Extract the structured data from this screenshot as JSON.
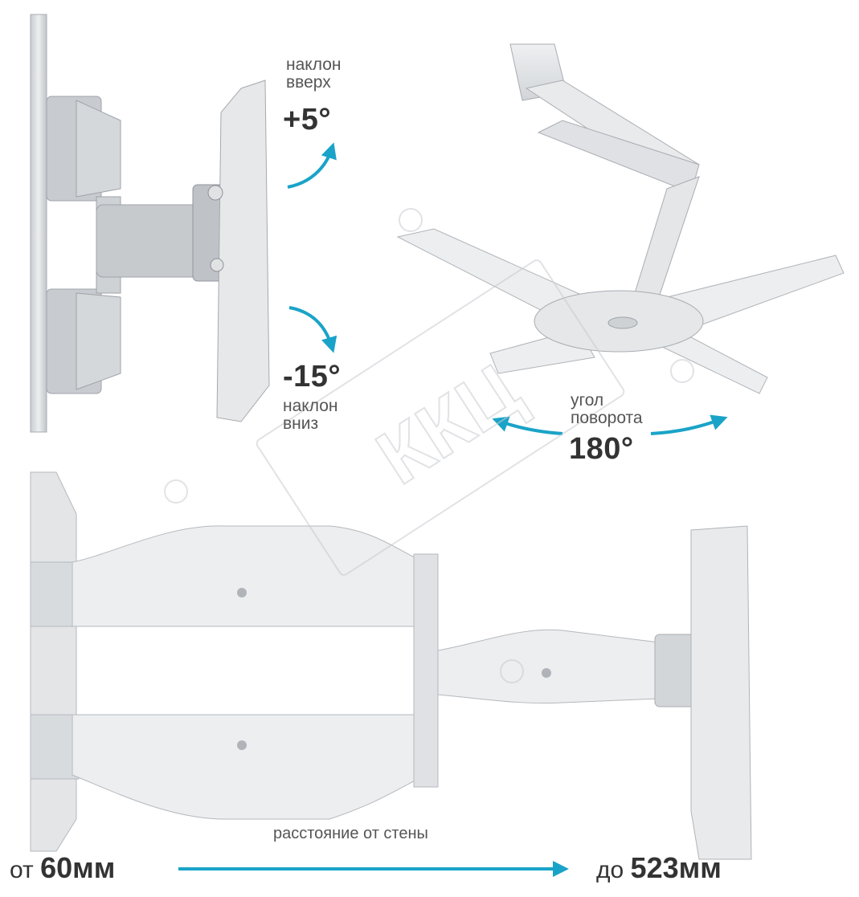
{
  "tilt_up": {
    "label_line1": "наклон",
    "label_line2": "вверх",
    "value": "+5°"
  },
  "tilt_down": {
    "value": "-15°",
    "label_line1": "наклон",
    "label_line2": "вниз"
  },
  "swivel": {
    "label_line1": "угол",
    "label_line2": "поворота",
    "value": "180°"
  },
  "distance": {
    "caption": "расстояние от стены",
    "from_prefix": "от",
    "from_value": "60мм",
    "to_prefix": "до",
    "to_value": "523мм"
  },
  "watermark": "ККЦ",
  "colors": {
    "accent": "#1aa3c8",
    "metal": "#d9dcdf",
    "metal_dark": "#b4b8bc",
    "text": "#333333"
  }
}
